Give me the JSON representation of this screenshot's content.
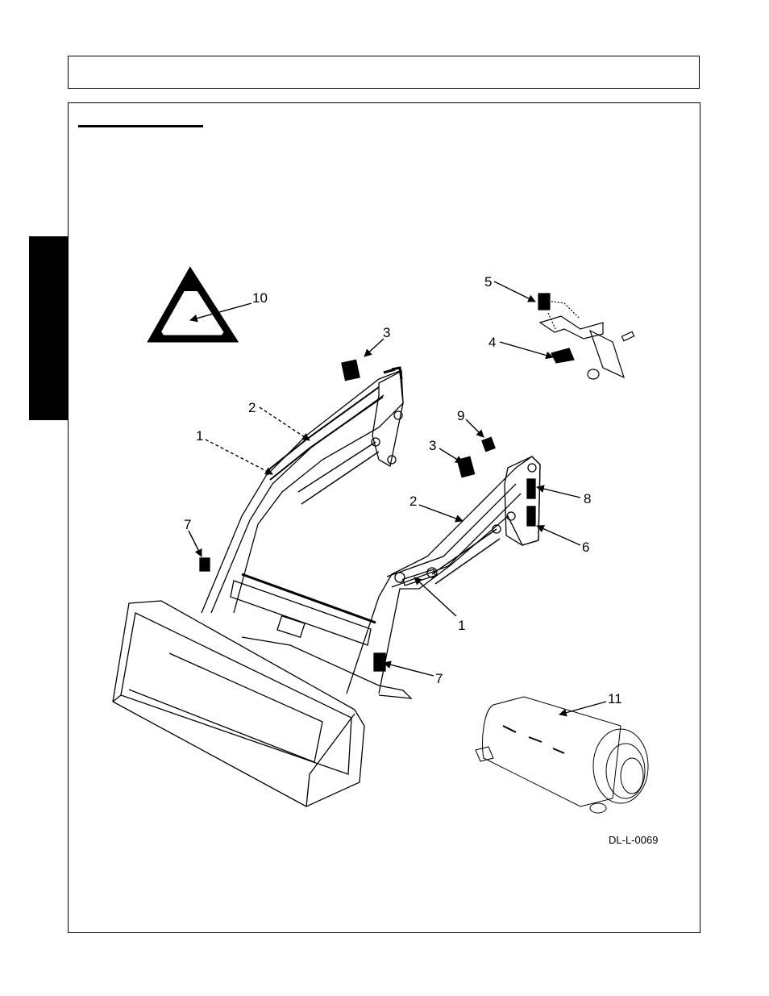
{
  "callouts": {
    "c1a": "1",
    "c1b": "1",
    "c2a": "2",
    "c2b": "2",
    "c3a": "3",
    "c3b": "3",
    "c4": "4",
    "c5": "5",
    "c6": "6",
    "c7a": "7",
    "c7b": "7",
    "c8": "8",
    "c9": "9",
    "c10": "10",
    "c11": "11"
  },
  "figure_code": "DL-L-0069"
}
